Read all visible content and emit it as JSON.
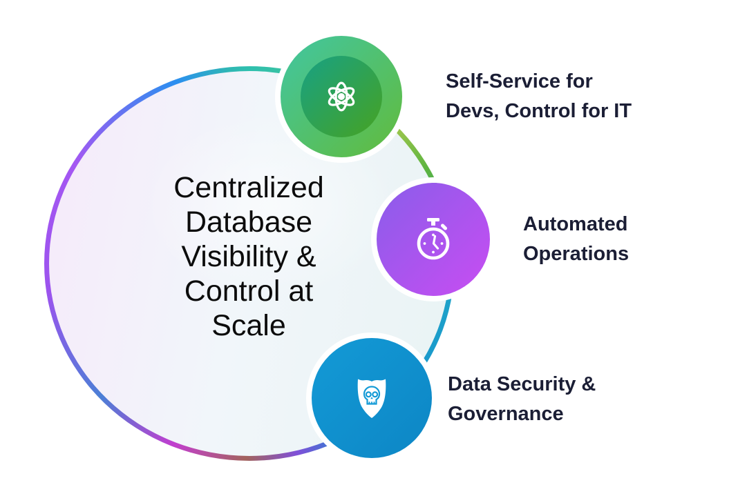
{
  "center": {
    "lines": [
      "Centralized",
      "Database",
      "Visibility &",
      "Control at",
      "Scale"
    ]
  },
  "features": [
    {
      "id": "self-service",
      "icon": "atom-icon",
      "label_lines": [
        "Self-Service for",
        "Devs, Control for IT"
      ]
    },
    {
      "id": "automated-operations",
      "icon": "stopwatch-icon",
      "label_lines": [
        "Automated",
        "Operations"
      ]
    },
    {
      "id": "data-security-governance",
      "icon": "shield-skull-icon",
      "label_lines": [
        "Data Security &",
        "Governance"
      ]
    }
  ],
  "colors": {
    "center_text": "#0c0c0c",
    "label_text": "#1b1e35",
    "green_start": "#41c6a2",
    "green_end": "#62bb3b",
    "green_inner_start": "#18a184",
    "green_inner_end": "#46a322",
    "purple_start": "#8a5dea",
    "purple_end": "#c84df2",
    "blue_start": "#139ad6",
    "blue_end": "#0d86c5",
    "icon_white": "#ffffff",
    "halo_white": "#ffffff"
  },
  "ring_stops": [
    {
      "angle": 0,
      "color": "#2fc0ae"
    },
    {
      "angle": 18,
      "color": "#3fc29a"
    },
    {
      "angle": 45,
      "color": "#a6c94f"
    },
    {
      "angle": 62,
      "color": "#5cb33f"
    },
    {
      "angle": 95,
      "color": "#1fa3c8"
    },
    {
      "angle": 148,
      "color": "#128fd0"
    },
    {
      "angle": 166,
      "color": "#8050d8"
    },
    {
      "angle": 181,
      "color": "#a2635d"
    },
    {
      "angle": 192,
      "color": "#b5519a"
    },
    {
      "angle": 203,
      "color": "#c13ecf"
    },
    {
      "angle": 228,
      "color": "#4b7fd6"
    },
    {
      "angle": 262,
      "color": "#9c53ee"
    },
    {
      "angle": 300,
      "color": "#a457f2"
    },
    {
      "angle": 338,
      "color": "#2b8ff0"
    },
    {
      "angle": 354,
      "color": "#2fb7b4"
    },
    {
      "angle": 360,
      "color": "#2fc0ae"
    }
  ]
}
